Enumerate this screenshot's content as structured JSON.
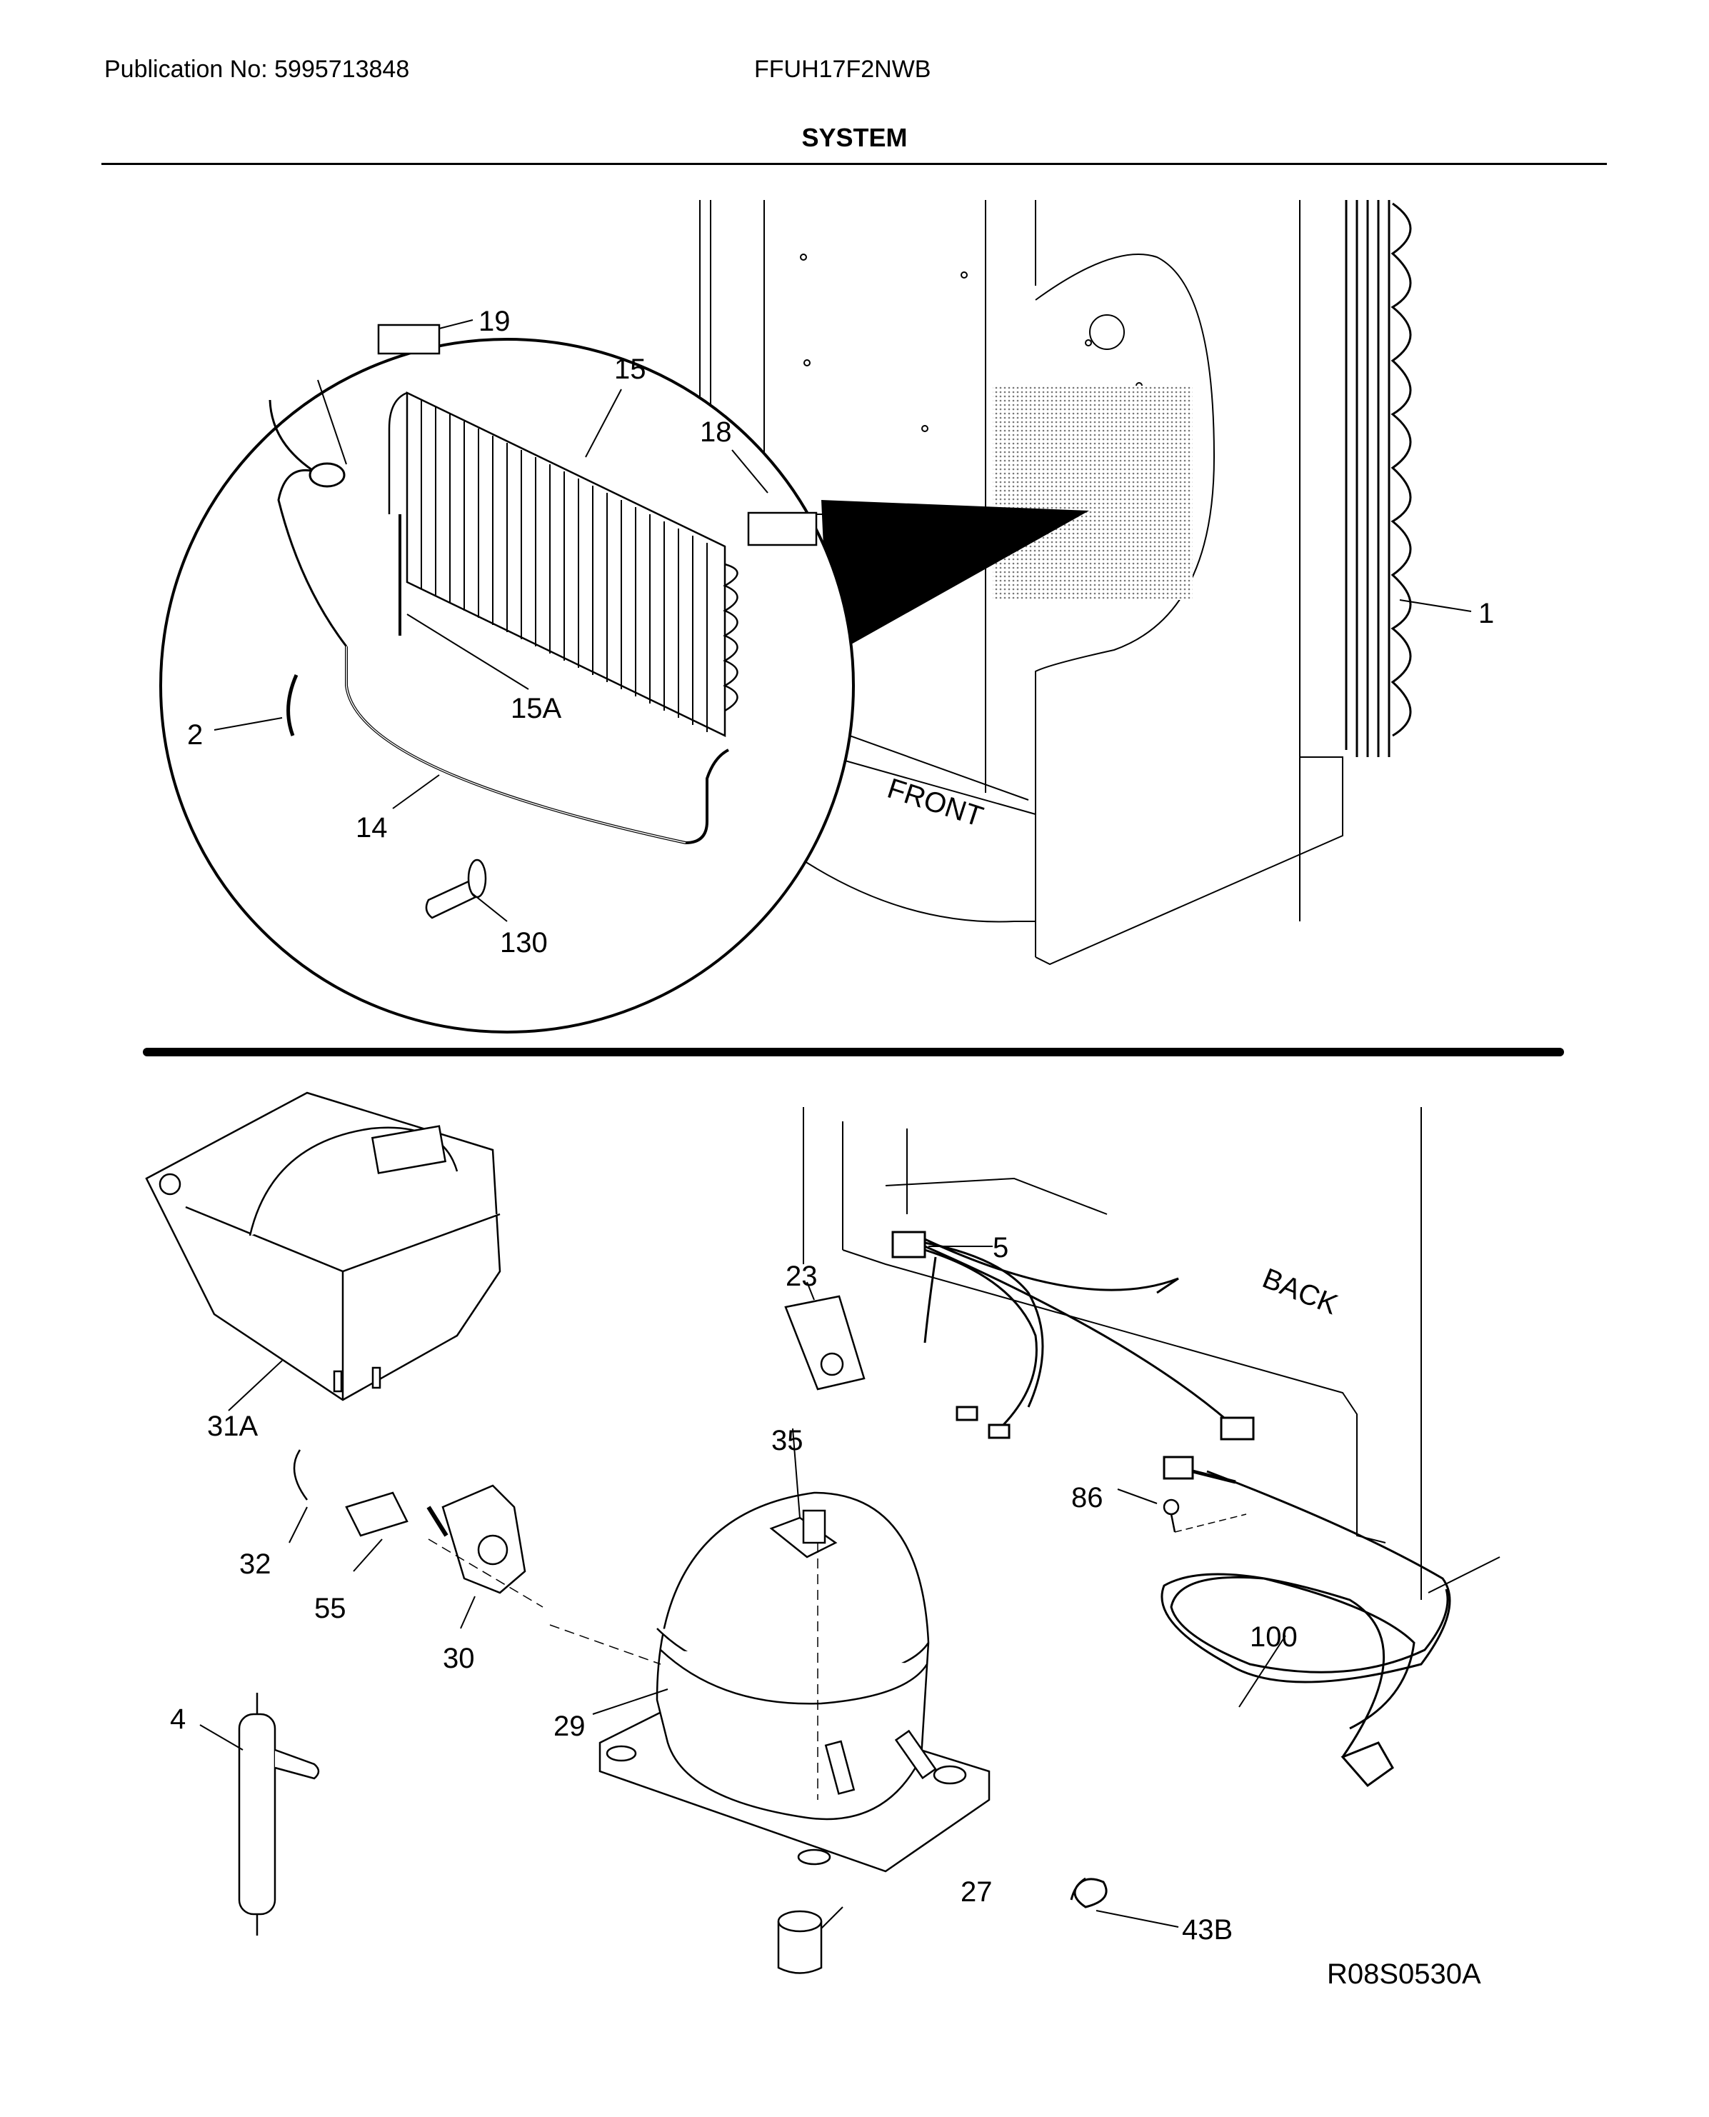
{
  "header": {
    "publication": "Publication No: 5995713848",
    "model": "FFUH17F2NWB",
    "title": "SYSTEM"
  },
  "labels": {
    "front": "FRONT",
    "back": "BACK"
  },
  "callouts": {
    "p19": "19",
    "p15": "15",
    "p18": "18",
    "p1": "1",
    "p2": "2",
    "p15a": "15A",
    "p14": "14",
    "p130": "130",
    "p5": "5",
    "p23": "23",
    "p31a": "31A",
    "p35": "35",
    "p86": "86",
    "p32": "32",
    "p55": "55",
    "p30": "30",
    "p100": "100",
    "p29": "29",
    "p4": "4",
    "p27": "27",
    "p43b": "43B"
  },
  "footer": {
    "reference": "R08S0530A"
  }
}
